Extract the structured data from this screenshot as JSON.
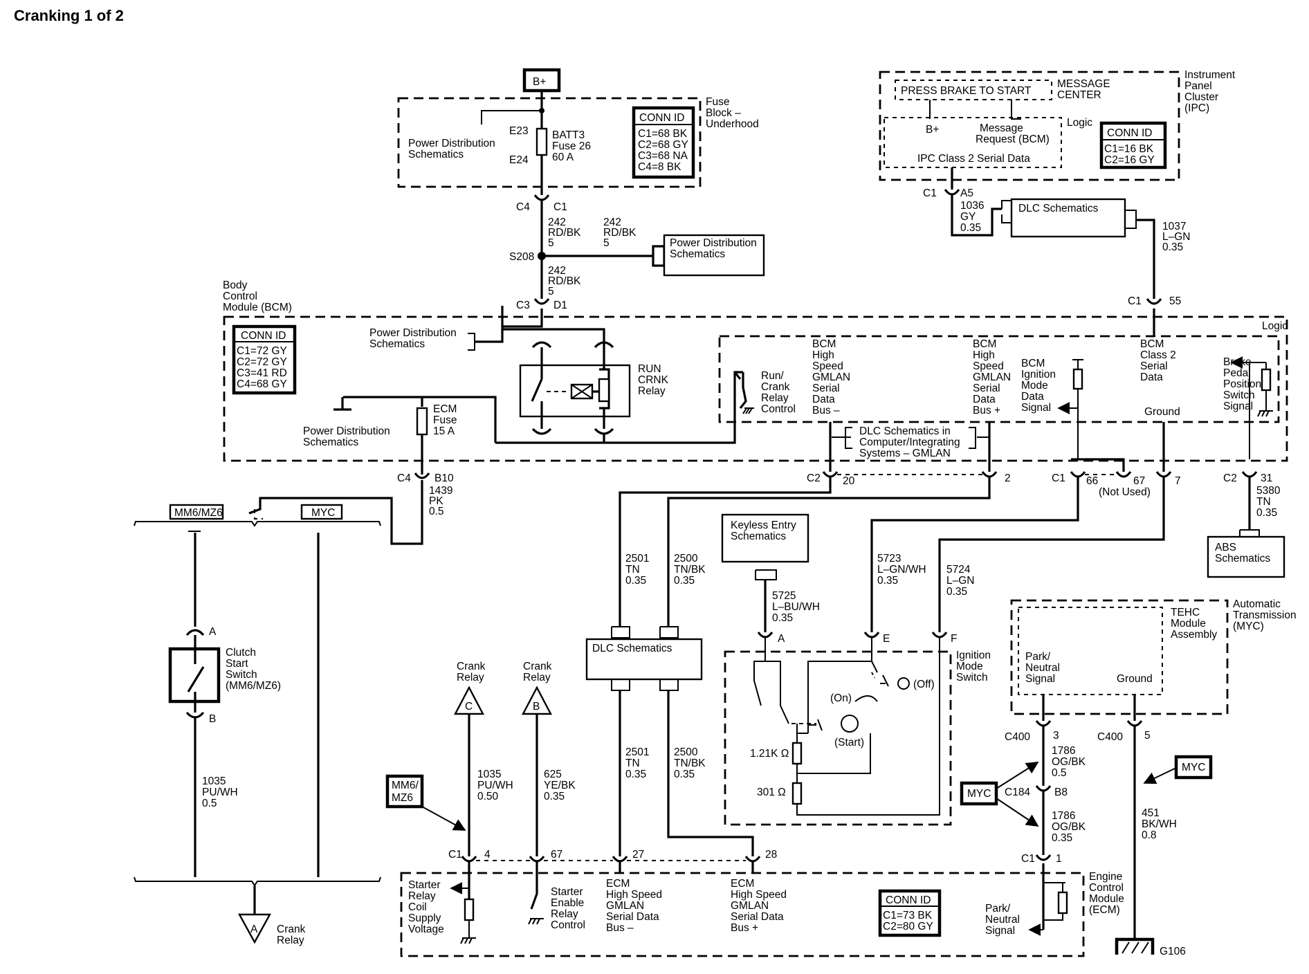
{
  "title": "Cranking 1 of 2",
  "supply": "B+",
  "fuse_block": {
    "title": [
      "Fuse",
      "Block –",
      "Underhood"
    ],
    "power_dist": [
      "Power Distribution",
      "Schematics"
    ],
    "e23": "E23",
    "e24": "E24",
    "fuse": [
      "BATT3",
      "Fuse 26",
      "60 A"
    ],
    "conn_title": "CONN ID",
    "conn": [
      "C1=68 BK",
      "C2=68 GY",
      "C3=68 NA",
      "C4=8 BK"
    ]
  },
  "labels": {
    "c4": "C4",
    "c1": "C1",
    "c3": "C3",
    "d1": "D1",
    "s208": "S208",
    "w242a": [
      "242",
      "RD/BK",
      "5"
    ],
    "w242b": [
      "242",
      "RD/BK",
      "5"
    ],
    "w242c": [
      "242",
      "RD/BK",
      "5"
    ],
    "pd_right": [
      "Power Distribution",
      "Schematics"
    ]
  },
  "ipc": {
    "press_brake": "PRESS BRAKE TO START",
    "message_center": [
      "MESSAGE",
      "CENTER"
    ],
    "title": [
      "Instrument",
      "Panel",
      "Cluster",
      "(IPC)"
    ],
    "bplus": "B+",
    "msg_req": [
      "Message",
      "Request (BCM)"
    ],
    "logic": "Logic",
    "serial": "IPC Class 2 Serial Data",
    "conn_title": "CONN ID",
    "conn": [
      "C1=16 BK",
      "C2=16 GY"
    ],
    "c1": "C1",
    "a5": "A5",
    "w1036": [
      "1036",
      "GY",
      "0.35"
    ],
    "dlc": "DLC Schematics",
    "w1037": [
      "1037",
      "L–GN",
      "0.35"
    ],
    "c1b": "C1",
    "pin55": "55"
  },
  "bcm": {
    "title": [
      "Body",
      "Control",
      "Module (BCM)"
    ],
    "logic": "Logic",
    "conn_title": "CONN ID",
    "conn": [
      "C1=72 GY",
      "C2=72 GY",
      "C3=41 RD",
      "C4=68 GY"
    ],
    "pd_top": [
      "Power Distribution",
      "Schematics"
    ],
    "relay": [
      "RUN",
      "CRNK",
      "Relay"
    ],
    "pd_left": [
      "Power Distribution",
      "Schematics"
    ],
    "ecm_fuse": [
      "ECM",
      "Fuse",
      "15 A"
    ],
    "run_crank": [
      "Run/",
      "Crank",
      "Relay",
      "Control"
    ],
    "gmlan_low": [
      "BCM",
      "High",
      "Speed",
      "GMLAN",
      "Serial",
      "Data",
      "Bus –"
    ],
    "gmlan_high": [
      "BCM",
      "High",
      "Speed",
      "GMLAN",
      "Serial",
      "Data",
      "Bus +"
    ],
    "ign_mode": [
      "BCM",
      "Ignition",
      "Mode",
      "Data",
      "Signal"
    ],
    "class2": [
      "BCM",
      "Class 2",
      "Serial",
      "Data"
    ],
    "ground": "Ground",
    "brake": [
      "Brake",
      "Pedal",
      "Position",
      "Switch",
      "Signal"
    ],
    "dlc_gmlan": [
      "DLC Schematics in",
      "Computer/Integrating",
      "Systems – GMLAN"
    ],
    "c4": "C4",
    "b10": "B10",
    "c2": "C2",
    "pin20": "20",
    "pin2": "2",
    "c1": "C1",
    "pin66": "66",
    "pin67": "67",
    "not_used": "(Not Used)",
    "pin7": "7",
    "c2b": "C2",
    "pin31": "31"
  },
  "wires": {
    "w1439": [
      "1439",
      "PK",
      "0.5"
    ],
    "mm6": "MM6/MZ6",
    "myc": "MYC",
    "w5380": [
      "5380",
      "TN",
      "0.35"
    ],
    "abs": [
      "ABS",
      "Schematics"
    ],
    "w2501": [
      "2501",
      "TN",
      "0.35"
    ],
    "w2500": [
      "2500",
      "TN/BK",
      "0.35"
    ],
    "keyless": [
      "Keyless Entry",
      "Schematics"
    ],
    "w5723": [
      "5723",
      "L–GN/WH",
      "0.35"
    ],
    "w5724": [
      "5724",
      "L–GN",
      "0.35"
    ],
    "w5725": [
      "5725",
      "L–BU/WH",
      "0.35"
    ],
    "dlc2": "DLC Schematics",
    "w2501b": [
      "2501",
      "TN",
      "0.35"
    ],
    "w2500b": [
      "2500",
      "TN/BK",
      "0.35"
    ]
  },
  "clutch": {
    "a": "A",
    "b": "B",
    "name": [
      "Clutch",
      "Start",
      "Switch",
      "(MM6/MZ6)"
    ],
    "w1035": [
      "1035",
      "PU/WH",
      "0.5"
    ]
  },
  "ignition": {
    "a": "A",
    "e": "E",
    "f": "F",
    "name": [
      "Ignition",
      "Mode",
      "Switch"
    ],
    "on": "(On)",
    "off": "(Off)",
    "start": "(Start)",
    "r1": "1.21K Ω",
    "r2": "301 Ω"
  },
  "tehc": {
    "title": [
      "Automatic",
      "Transmission",
      "(MYC)"
    ],
    "module": [
      "TEHC",
      "Module",
      "Assembly"
    ],
    "park": [
      "Park/",
      "Neutral",
      "Signal"
    ],
    "ground": "Ground",
    "c400a": "C400",
    "pin3": "3",
    "c400b": "C400",
    "pin5": "5",
    "w1786a": [
      "1786",
      "OG/BK",
      "0.5"
    ],
    "myc_a": "MYC",
    "c184": "C184",
    "b8": "B8",
    "w1786b": [
      "1786",
      "OG/BK",
      "0.35"
    ],
    "c1": "C1",
    "pin1": "1",
    "myc_b": "MYC",
    "w451": [
      "451",
      "BK/WH",
      "0.8"
    ]
  },
  "crank": {
    "relay_c": [
      "Crank",
      "Relay"
    ],
    "c": "C",
    "relay_b": [
      "Crank",
      "Relay"
    ],
    "b": "B",
    "relay_a": [
      "Crank",
      "Relay"
    ],
    "a": "A",
    "w1035": [
      "1035",
      "PU/WH",
      "0.50"
    ],
    "w625": [
      "625",
      "YE/BK",
      "0.35"
    ],
    "mm6": [
      "MM6/",
      "MZ6"
    ]
  },
  "ecm": {
    "title": [
      "Engine",
      "Control",
      "Module",
      "(ECM)"
    ],
    "c1": "C1",
    "pin4": "4",
    "pin67": "67",
    "pin27": "27",
    "pin28": "28",
    "starter_supply": [
      "Starter",
      "Relay",
      "Coil",
      "Supply",
      "Voltage"
    ],
    "starter_enable": [
      "Starter",
      "Enable",
      "Relay",
      "Control"
    ],
    "gmlan_low": [
      "ECM",
      "High Speed",
      "GMLAN",
      "Serial Data",
      "Bus –"
    ],
    "gmlan_high": [
      "ECM",
      "High Speed",
      "GMLAN",
      "Serial Data",
      "Bus +"
    ],
    "conn_title": "CONN ID",
    "conn": [
      "C1=73 BK",
      "C2=80 GY"
    ],
    "park": [
      "Park/",
      "Neutral",
      "Signal"
    ],
    "g106": "G106"
  }
}
